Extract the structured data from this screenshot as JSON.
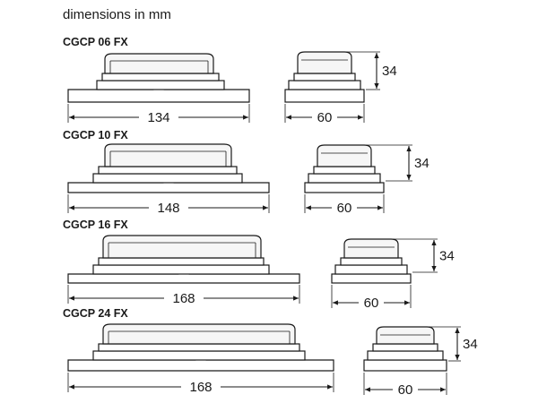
{
  "heading": "dimensions in mm",
  "models": [
    {
      "name": "CGCP 06 FX",
      "length": "134",
      "width": "60",
      "height": "34"
    },
    {
      "name": "CGCP 10 FX",
      "length": "148",
      "width": "60",
      "height": "34"
    },
    {
      "name": "CGCP 16 FX",
      "length": "168",
      "width": "60",
      "height": "34"
    },
    {
      "name": "CGCP 24 FX",
      "length": "168",
      "width": "60",
      "height": "34"
    }
  ]
}
